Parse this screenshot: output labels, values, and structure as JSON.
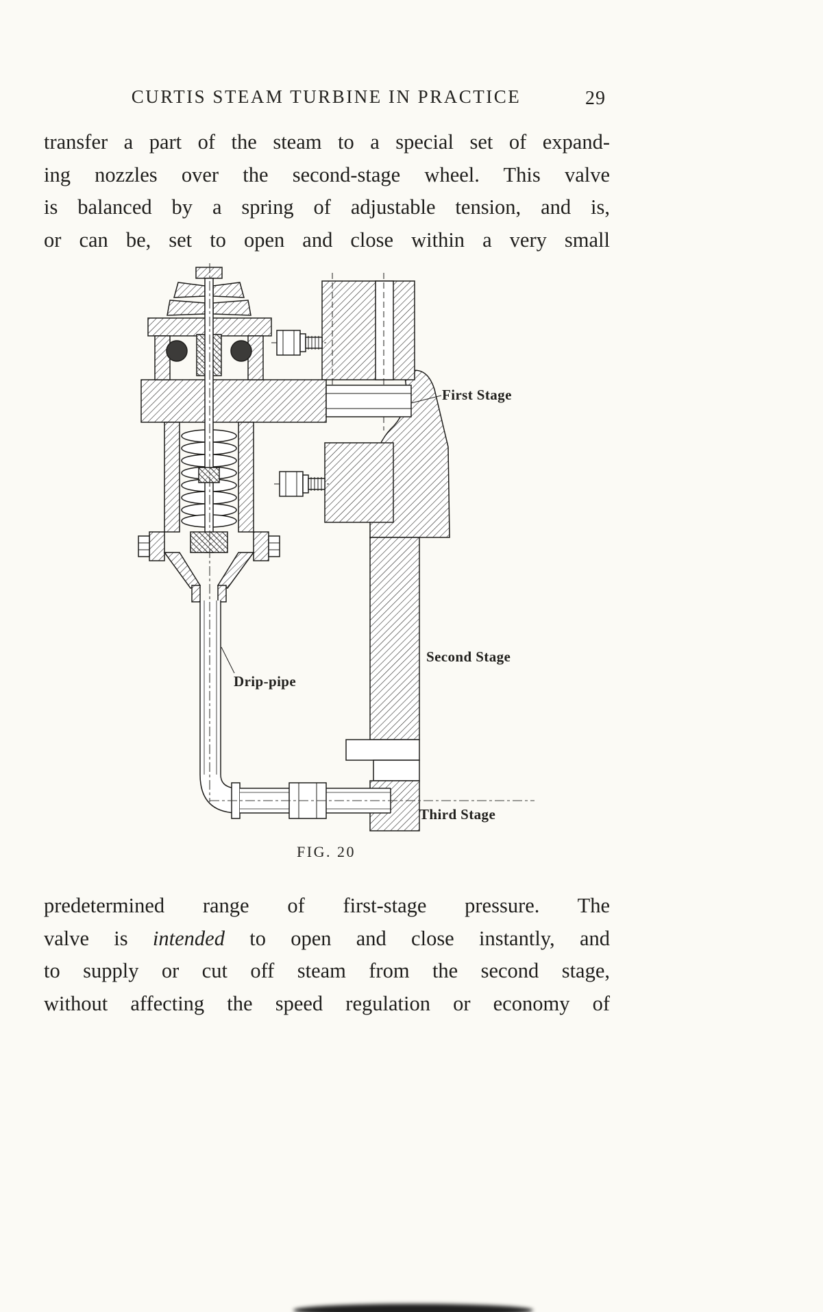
{
  "header": {
    "title": "CURTIS STEAM TURBINE IN PRACTICE",
    "page_number": "29"
  },
  "paragraph1": {
    "lines": [
      "transfer a part of the steam to a special set of expand-",
      "ing nozzles over the second-stage wheel.  This valve",
      "is balanced by a spring of adjustable tension, and is,",
      "or can be, set to open and close within a very small"
    ]
  },
  "figure": {
    "caption": "FIG. 20",
    "labels": {
      "first_stage": "First Stage",
      "second_stage": "Second Stage",
      "third_stage": "Third Stage",
      "drip_pipe": "Drip-pipe"
    }
  },
  "paragraph2": {
    "line1": "predetermined range of first-stage pressure.  The",
    "line2_pre": "valve is ",
    "line2_italic": "intended",
    "line2_post": " to open and close instantly, and",
    "line3": "to supply or cut off steam from the second stage,",
    "line4": "without affecting the speed regulation or economy of"
  }
}
